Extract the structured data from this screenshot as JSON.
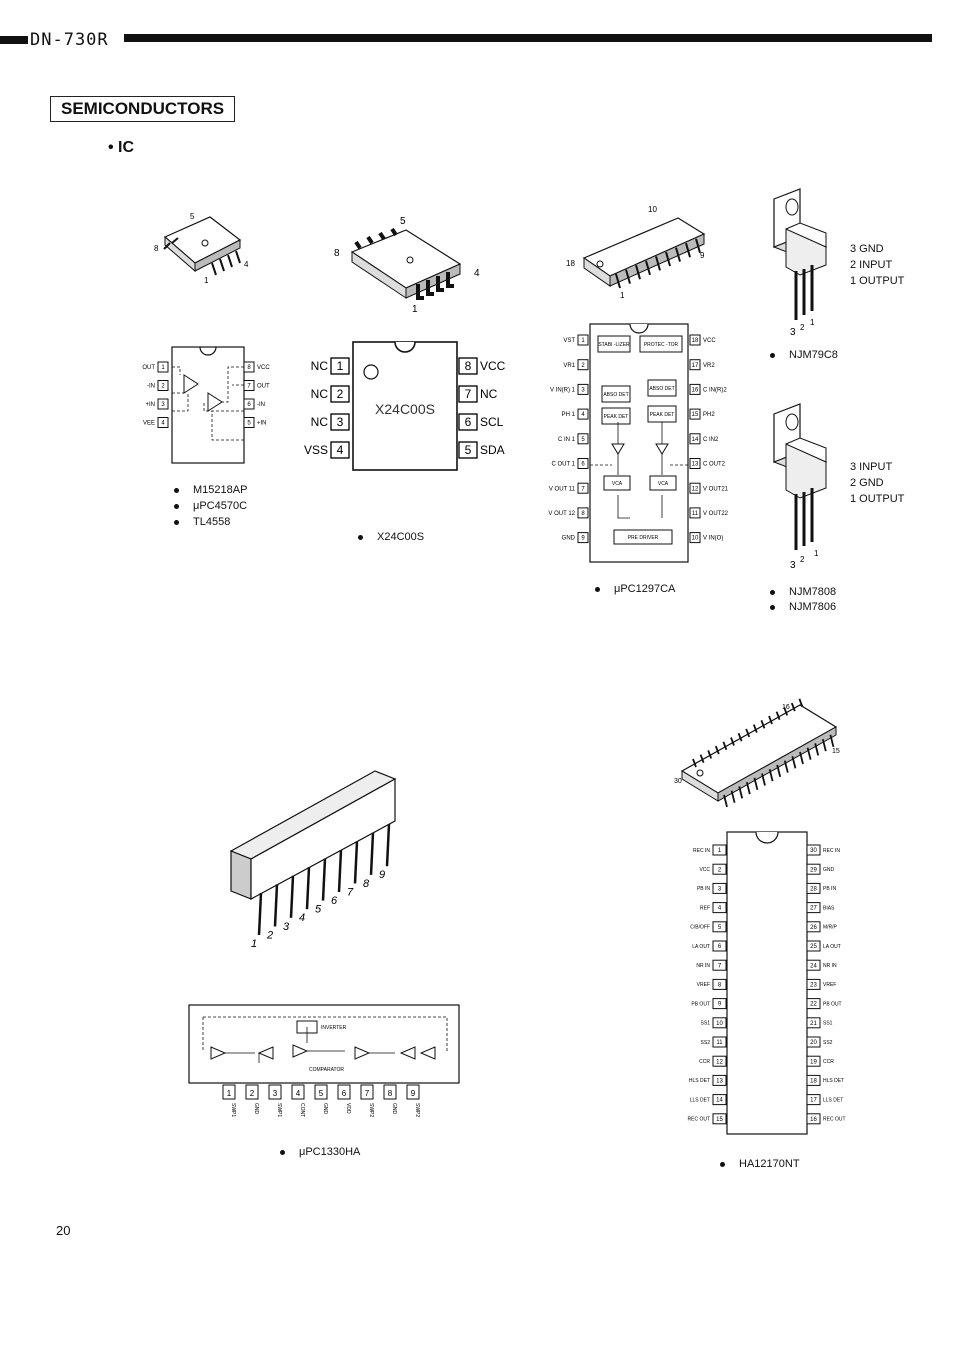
{
  "header": {
    "model": "DN-730R"
  },
  "section_title": "SEMICONDUCTORS",
  "ic_heading": "• IC",
  "page_number": "20",
  "chip_a": {
    "pin_num_top": "5",
    "pin_num_left": "8",
    "pin_num_right": "4",
    "pin_num_bottom": "1",
    "pins_left": [
      "OUT",
      "-IN",
      "+IN",
      "VEE"
    ],
    "pins_right": [
      "VCC",
      "OUT",
      "-IN",
      "+IN"
    ],
    "nums_left": [
      "1",
      "2",
      "3",
      "4"
    ],
    "nums_right": [
      "8",
      "7",
      "6",
      "5"
    ],
    "parts": [
      "M15218AP",
      "μPC4570C",
      "TL4558"
    ]
  },
  "chip_b": {
    "pin_num_top": "5",
    "pin_num_left": "8",
    "pin_num_right": "4",
    "pin_num_bottom": "1",
    "chip_label": "X24C00S",
    "pins_left": [
      "NC",
      "NC",
      "NC",
      "VSS"
    ],
    "pins_right": [
      "VCC",
      "NC",
      "SCL",
      "SDA"
    ],
    "nums_left": [
      "1",
      "2",
      "3",
      "4"
    ],
    "nums_right": [
      "8",
      "7",
      "6",
      "5"
    ],
    "parts": [
      "X24C00S"
    ]
  },
  "chip_c": {
    "pin_num_top": "10",
    "pin_num_left": "18",
    "pin_num_right": "9",
    "pin_num_bottom": "1",
    "pins_left": [
      "VST",
      "VR1",
      "V IN(R) 1",
      "PH 1",
      "C IN 1",
      "C OUT 1",
      "V OUT 11",
      "V OUT 12",
      "GND"
    ],
    "pins_right": [
      "VCC",
      "VR2",
      "C IN(R)2",
      "PH2",
      "C IN2",
      "C OUT2",
      "V OUT21",
      "V OUT22",
      "V IN(O)"
    ],
    "nums_left": [
      "1",
      "2",
      "3",
      "4",
      "5",
      "6",
      "7",
      "8",
      "9"
    ],
    "nums_right": [
      "18",
      "17",
      "16",
      "15",
      "14",
      "13",
      "12",
      "11",
      "10"
    ],
    "blocks": [
      "STABI -LIZER",
      "PROTEC -TOR",
      "ABSO DET",
      "ABSO DET",
      "PEAK DET",
      "PEAK DET",
      "VCA",
      "VCA",
      "PRE DRIVER"
    ],
    "parts": [
      "μPC1297CA"
    ]
  },
  "reg_1": {
    "pin_labels": [
      "3 GND",
      "2 INPUT",
      "1 OUTPUT"
    ],
    "pin_nums": [
      "3",
      "2",
      "1"
    ],
    "parts": [
      "NJM79C8"
    ]
  },
  "reg_2": {
    "pin_labels": [
      "3 INPUT",
      "2 GND",
      "1 OUTPUT"
    ],
    "pin_nums": [
      "3",
      "2",
      "1"
    ],
    "parts": [
      "NJM7808",
      "NJM7806"
    ]
  },
  "chip_d": {
    "pin_nums_pkg": [
      "1",
      "2",
      "3",
      "4",
      "5",
      "6",
      "7",
      "8",
      "9"
    ],
    "nums": [
      "1",
      "2",
      "3",
      "4",
      "5",
      "6",
      "7",
      "8",
      "9"
    ],
    "pins": [
      "SWP1",
      "GND",
      "SWP1",
      "CONT",
      "GND",
      "VDD",
      "SWP2",
      "GND",
      "SWP2"
    ],
    "blocks": [
      "INVERTER",
      "COMPARATOR"
    ],
    "parts": [
      "μPC1330HA"
    ]
  },
  "chip_e": {
    "pin_num_top": "16",
    "pin_num_left": "30",
    "pin_num_right": "15",
    "pins_left": [
      "REC IN",
      "VCC",
      "PB IN",
      "REF",
      "C/B/OFF",
      "LA OUT",
      "NR IN",
      "VREF",
      "PB OUT",
      "SS1",
      "SS2",
      "CCR",
      "HLS DET",
      "LLS DET",
      "REC OUT"
    ],
    "pins_right": [
      "REC IN",
      "GND",
      "PB IN",
      "BIAS",
      "M/R/P",
      "LA OUT",
      "NR IN",
      "VREF",
      "PB OUT",
      "SS1",
      "SS2",
      "CCR",
      "HLS DET",
      "LLS DET",
      "REC OUT"
    ],
    "nums_left": [
      "1",
      "2",
      "3",
      "4",
      "5",
      "6",
      "7",
      "8",
      "9",
      "10",
      "11",
      "12",
      "13",
      "14",
      "15"
    ],
    "nums_right": [
      "30",
      "29",
      "28",
      "27",
      "26",
      "25",
      "24",
      "23",
      "22",
      "21",
      "20",
      "19",
      "18",
      "17",
      "16"
    ],
    "parts": [
      "HA12170NT"
    ]
  }
}
